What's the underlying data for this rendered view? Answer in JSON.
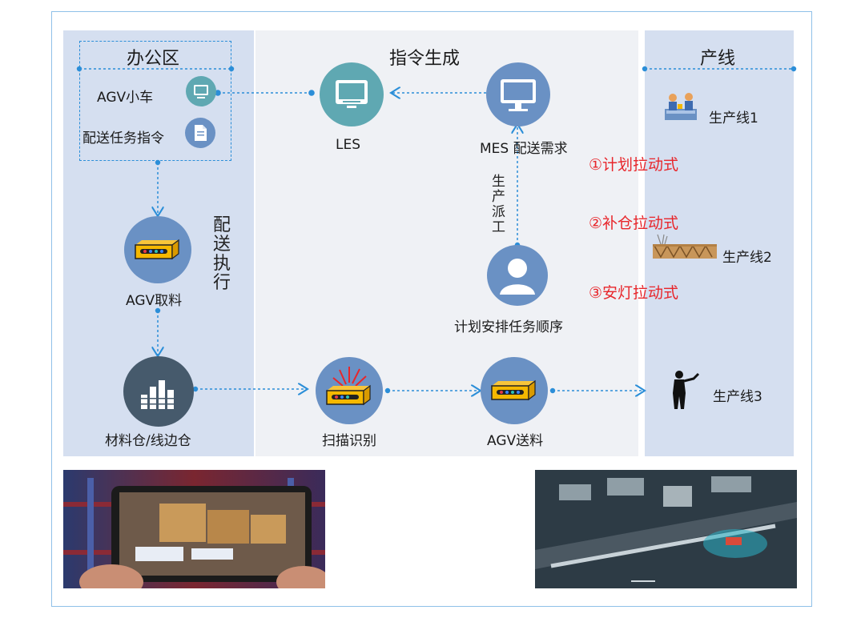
{
  "sections": {
    "office_title": "办公区",
    "command_title": "指令生成",
    "production_title": "产线"
  },
  "office": {
    "agv_cart": "AGV小车",
    "delivery_instruction": "配送任务指令"
  },
  "command": {
    "les": "LES",
    "mes": "MES 配送需求",
    "planner": "计划安排任务顺序",
    "production_dispatch": "生产派工"
  },
  "execution": {
    "vertical_label": "配送执行",
    "agv_pick": "AGV取料",
    "warehouse": "材料仓/线边仓",
    "scan": "扫描识别",
    "agv_deliver": "AGV送料"
  },
  "lines": {
    "line1": "生产线1",
    "line2": "生产线2",
    "line3": "生产线3"
  },
  "pull_modes": [
    "①计划拉动式",
    "②补仓拉动式",
    "③安灯拉动式"
  ],
  "colors": {
    "panel_side": "#d5dff0",
    "panel_mid": "#eff1f5",
    "connector": "#2b8ed8",
    "icon_circle": "#6a91c4",
    "icon_teal": "#5fa8b2",
    "pull_text": "#e8262b"
  }
}
